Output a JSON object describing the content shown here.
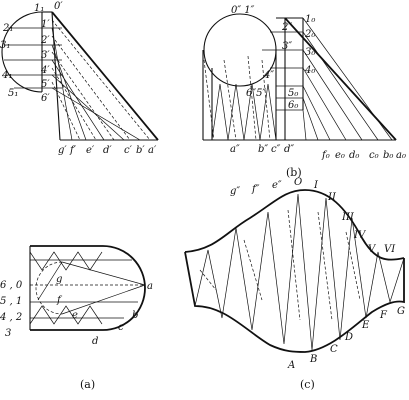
{
  "captions": {
    "a": "(a)",
    "b": "(b)",
    "c": "(c)"
  },
  "view_top_left": {
    "top_labels": [
      "1₁",
      "0′"
    ],
    "left_labels": [
      "2₁",
      "3₁",
      "4₁",
      "5₁"
    ],
    "inner_labels": [
      "1′",
      "2′",
      "3′",
      "4′",
      "5′",
      "6′"
    ],
    "base_labels": [
      "g′",
      "f′",
      "e′",
      "d′",
      "c′",
      "b′",
      "a′"
    ]
  },
  "view_b": {
    "top_label": "0″ 1″",
    "vertical_labels": [
      "2″",
      "3″",
      "4″"
    ],
    "inner_label": "6″5″",
    "right_labels": [
      "1₀",
      "2₀",
      "3₀",
      "4₀",
      "5₀",
      "6₀"
    ],
    "bottom_labels_left": [
      "a″",
      "b″",
      "c″",
      "d″"
    ],
    "bottom_labels_right": [
      "f₀",
      "e₀",
      "d₀",
      "c₀",
      "b₀",
      "a₀"
    ]
  },
  "view_a": {
    "left_labels": [
      "6 , 0",
      "5 , 1",
      "4 , 2",
      "3"
    ],
    "point_labels": [
      "g",
      "f",
      "e",
      "a",
      "b",
      "c",
      "d"
    ]
  },
  "view_c": {
    "top_labels": [
      "g″",
      "f″",
      "e″",
      "O",
      "I",
      "II",
      "III",
      "IV",
      "V",
      "VI"
    ],
    "bottom_labels": [
      "A",
      "B",
      "C",
      "D",
      "E",
      "F",
      "G"
    ]
  }
}
